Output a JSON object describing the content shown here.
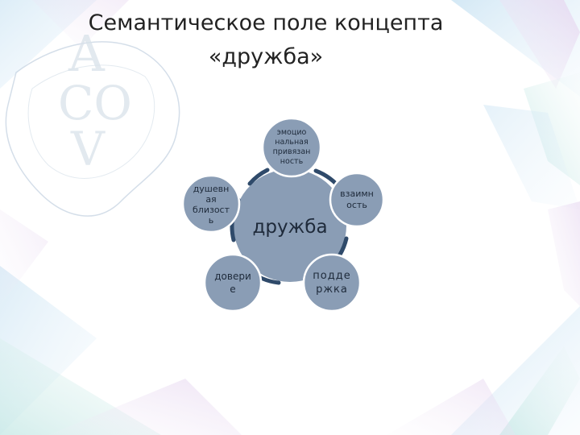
{
  "slide": {
    "title_line1": "Семантическое поле концепта",
    "title_line2": "«дружба»"
  },
  "diagram": {
    "center": {
      "label": "дружба"
    },
    "nodes": [
      {
        "id": "emotional",
        "lines": [
          "эмоцио",
          "нальная",
          "привязан",
          "ность"
        ]
      },
      {
        "id": "mutuality",
        "lines": [
          "взаимн",
          "ость"
        ]
      },
      {
        "id": "support",
        "lines": [
          "подде",
          "ржка"
        ]
      },
      {
        "id": "trust",
        "lines": [
          "довери",
          "е"
        ]
      },
      {
        "id": "closeness",
        "lines": [
          "душевн",
          "ая",
          "близост",
          "ь"
        ]
      }
    ],
    "colors": {
      "center_fill": "#8a9db5",
      "node_fill": "#8a9db5",
      "node_stroke": "#ffffff",
      "arrow": "#2f4a6a"
    }
  },
  "background": {
    "watermark_letters": [
      "A",
      "CO",
      "V"
    ],
    "accent_colors": [
      "#b9d4ec",
      "#cfe6f4",
      "#e5d4ef",
      "#c7e9e6"
    ]
  }
}
